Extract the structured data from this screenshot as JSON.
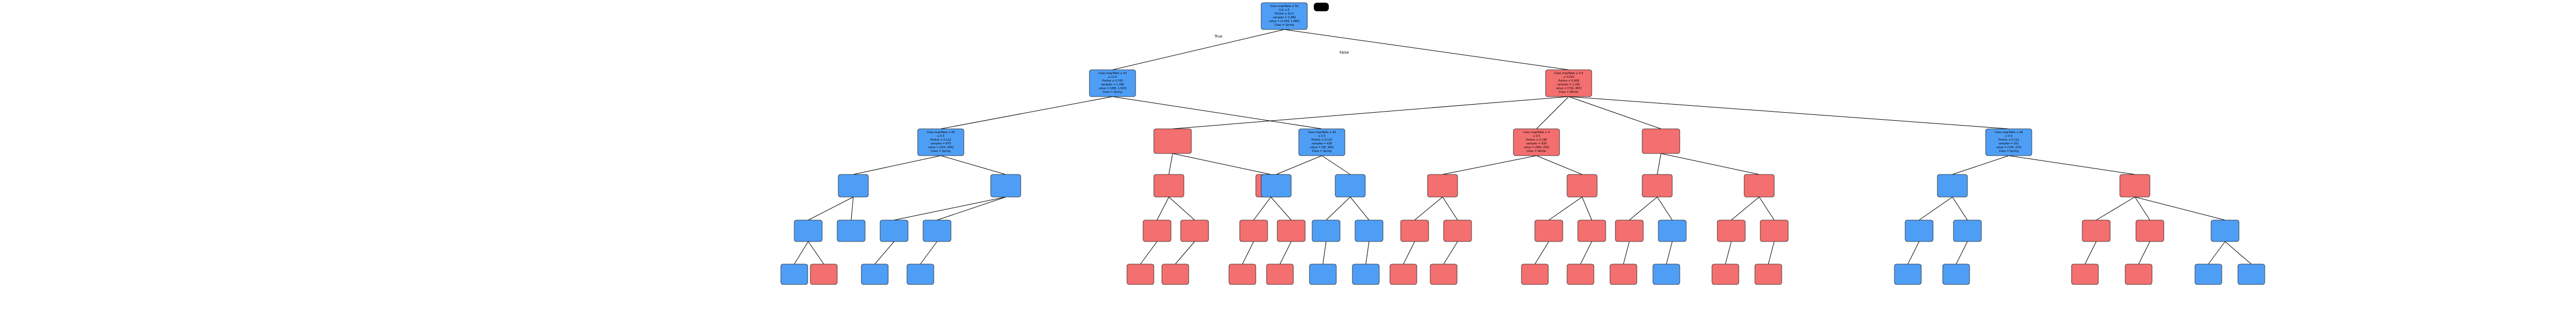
{
  "colors": {
    "blue": "#4f9ef6",
    "red": "#f46f6f",
    "redder": "#f66a6a",
    "edge": "#000000",
    "legend_pill": "#000000"
  },
  "edge_labels": {
    "true": "True",
    "false": "False"
  },
  "tree": {
    "nodes": [
      {
        "id": "n0",
        "c": "blue",
        "lines": [
          "Class mapTable ≤ 50",
          "  Cyt ≤ 0",
          "Proline ≤ 91.5",
          "samples = 2,489 ",
          "value = [1,004, 1,485]",
          "Class = Spring"
        ]
      },
      {
        "id": "n1",
        "c": "blue",
        "lines": [
          "Class mapTable ≤ 54",
          "  ≤ 23.5",
          "Proline ≤ 0.155",
          "samples = 1,308",
          "value = [288, 1,020]",
          "Class = Spring"
        ]
      },
      {
        "id": "n2",
        "c": "red",
        "lines": [
          "Class mapTable ≤ 0.5",
          "  ≤ 0.015",
          "Proline ≤ 0.008",
          "samples = 1,181",
          "value = [716, 465]",
          "Class = Winter"
        ]
      },
      {
        "id": "n3",
        "c": "blue",
        "lines": [
          "Class mapTable ≤ 60",
          "  ≤ 0.5",
          "Proline ≤ 0.112",
          "samples = 870",
          "value = [230, 640]",
          "Class = Spring"
        ]
      },
      {
        "id": "n4",
        "c": "blue",
        "lines": [
          "Class mapTable ≤ 40",
          "  ≤ 0.5",
          "Proline ≤ 0.110",
          "samples = 438",
          "value = [58, 380]",
          "Class = Spring"
        ]
      },
      {
        "id": "n5",
        "c": "red",
        "lines": [
          "Class mapTable ≤ 0",
          "  ≤ 0.5",
          "Proline ≤ 0.198",
          "samples = 830",
          "value = [580, 250]",
          "Class = Winter"
        ]
      },
      {
        "id": "n6",
        "c": "blue",
        "lines": [
          "Class mapTable ≤ 66",
          "  ≤ 0.5",
          "Proline ≤ 0.112",
          "samples = 351",
          "value = [136, 215]",
          "Class = Spring"
        ]
      }
    ]
  }
}
